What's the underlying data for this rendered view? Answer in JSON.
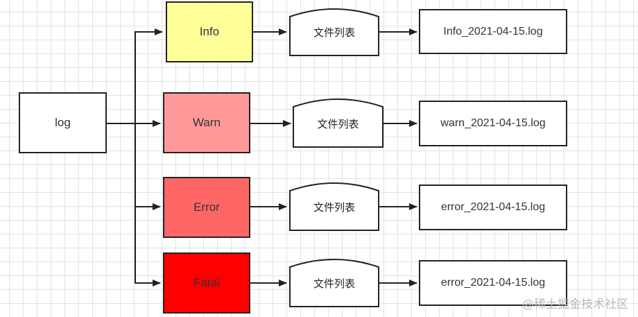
{
  "root": {
    "label": "log"
  },
  "levels": [
    {
      "label": "Info",
      "color": "#ffff99",
      "file": "文件列表",
      "log": "Info_2021-04-15.log"
    },
    {
      "label": "Warn",
      "color": "#ff9999",
      "file": "文件列表",
      "log": "warn_2021-04-15.log"
    },
    {
      "label": "Error",
      "color": "#ff6666",
      "file": "文件列表",
      "log": "error_2021-04-15.log"
    },
    {
      "label": "Fatal",
      "color": "#ff0000",
      "file": "文件列表",
      "log": "error_2021-04-15.log"
    }
  ],
  "watermark": "@稀土掘金技术社区"
}
